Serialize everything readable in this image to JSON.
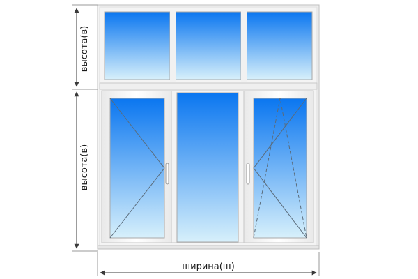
{
  "labels": {
    "upper_height": "высота(в)",
    "lower_height": "высота(в)",
    "width": "ширина(ш)"
  },
  "colors": {
    "frame": "#f6f6f6",
    "frame_edge": "#bdbdbd",
    "glass_top": "#0a76f0",
    "glass_bottom": "#d7f0fb",
    "dimension_line": "#3a3a3a",
    "opening_line": "#5a6b7a"
  },
  "window": {
    "transom_panes": [
      "fixed",
      "fixed",
      "fixed"
    ],
    "lower_sashes": [
      {
        "type": "side-hung",
        "handle": "right"
      },
      {
        "type": "fixed"
      },
      {
        "type": "tilt-and-turn",
        "handle": "left"
      }
    ]
  }
}
